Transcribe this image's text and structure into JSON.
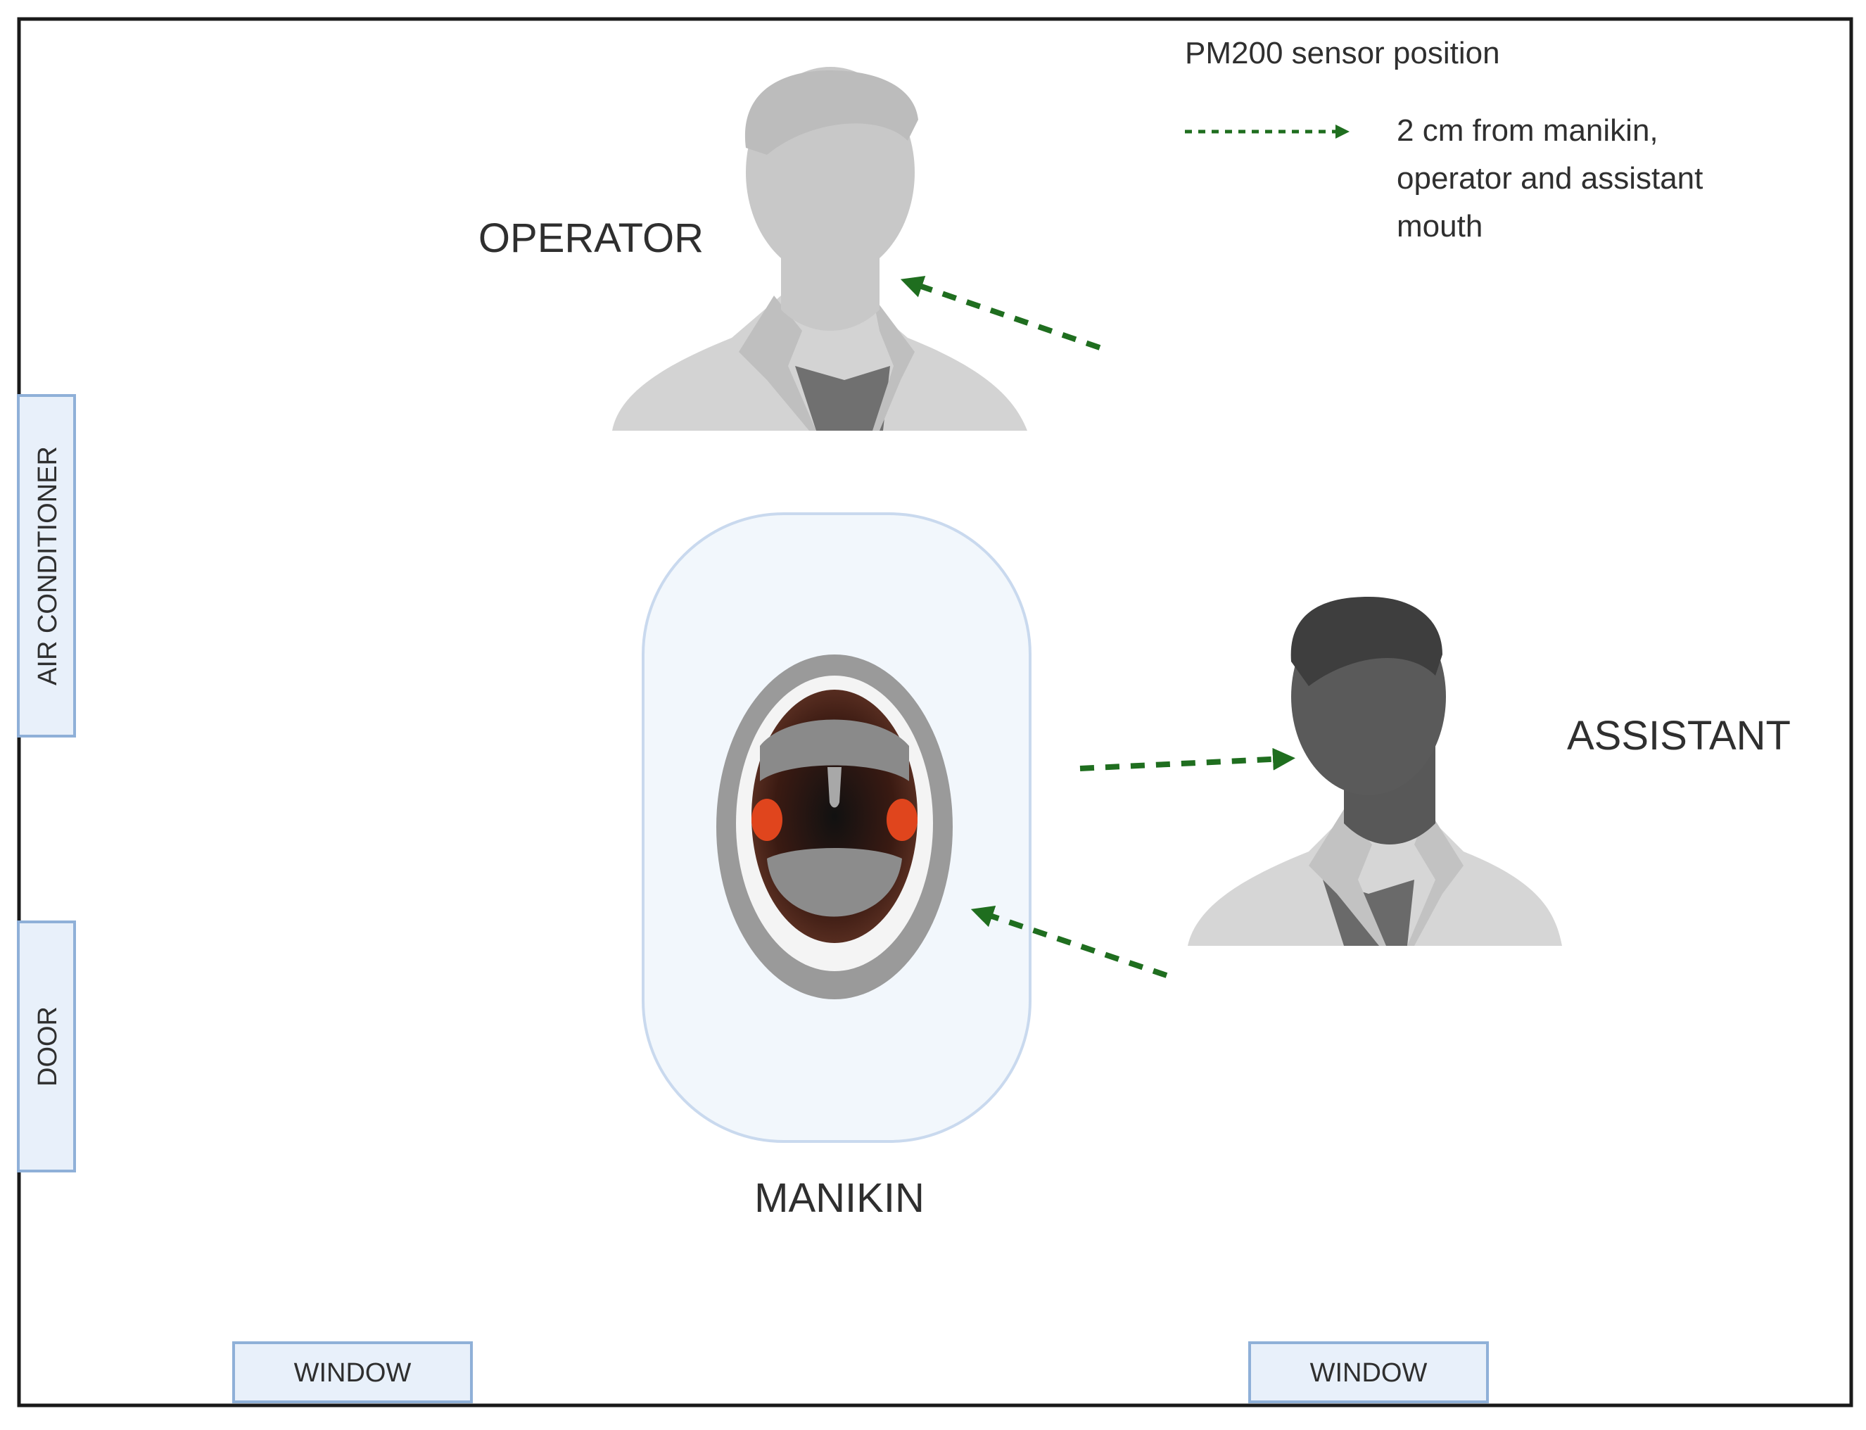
{
  "room": {
    "air_conditioner": "AIR CONDITIONER",
    "door": "DOOR",
    "window_left": "WINDOW",
    "window_right": "WINDOW"
  },
  "people": {
    "operator": "OPERATOR",
    "assistant": "ASSISTANT",
    "manikin": "MANIKIN"
  },
  "legend": {
    "title": "PM200 sensor position",
    "line1": "2 cm from manikin,",
    "line2": "operator and assistant",
    "line3": "mouth"
  },
  "colors": {
    "arrow": "#1f6e1f",
    "wall": "#1a1a1a",
    "fixture_fill": "#e8f0fa",
    "fixture_stroke": "#8fb0d8",
    "manikin_fill": "#f2f7fc",
    "manikin_stroke": "#c9d9ee",
    "operator_tone": "#c8c8c8",
    "assistant_tone": "#5a5a5a",
    "tonsil": "#e0451d"
  }
}
